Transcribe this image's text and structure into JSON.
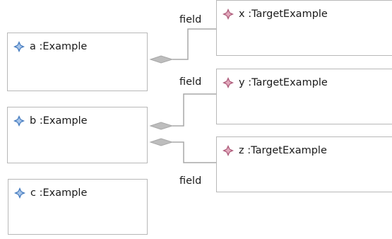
{
  "nodes": {
    "a": {
      "label": "a :Example",
      "icon": "blue-diamond-icon"
    },
    "b": {
      "label": "b :Example",
      "icon": "blue-diamond-icon"
    },
    "c": {
      "label": "c :Example",
      "icon": "blue-diamond-icon"
    },
    "x": {
      "label": "x :TargetExample",
      "icon": "pink-diamond-icon"
    },
    "y": {
      "label": "y :TargetExample",
      "icon": "pink-diamond-icon"
    },
    "z": {
      "label": "z :TargetExample",
      "icon": "pink-diamond-icon"
    }
  },
  "edges": [
    {
      "from": "a",
      "to": "x",
      "label": "field",
      "type": "composition"
    },
    {
      "from": "b",
      "to": "y",
      "label": "field",
      "type": "composition"
    },
    {
      "from": "b",
      "to": "z",
      "label": "field",
      "type": "composition"
    }
  ],
  "colors": {
    "border": "#b8b8b8",
    "connector": "#a8a8a8",
    "example_icon": "#4a7fc1",
    "target_icon": "#b0607e"
  }
}
